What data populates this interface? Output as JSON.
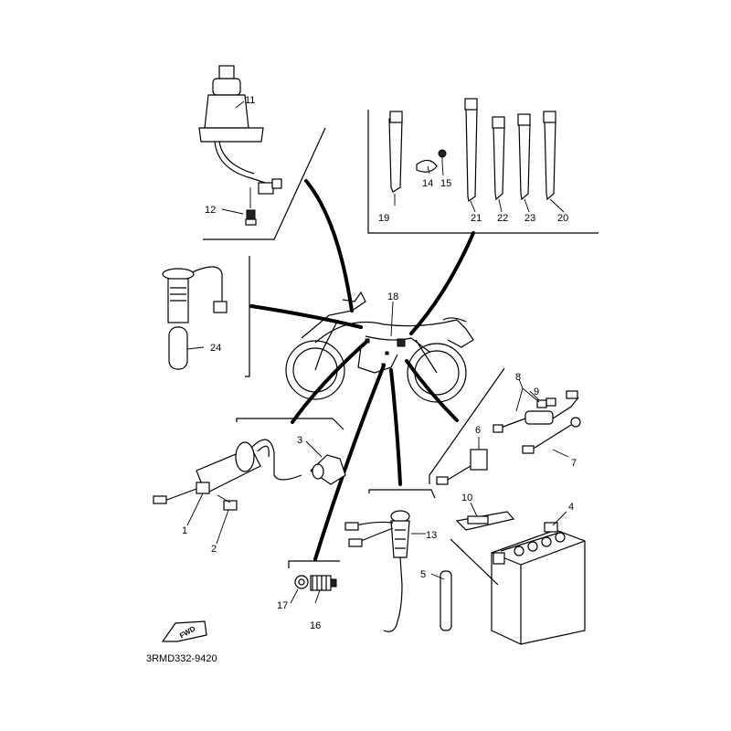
{
  "diagram": {
    "drawing_code": "3RMD332-9420",
    "fwd_label": "FWD",
    "callouts": [
      {
        "id": "c1",
        "label": "1"
      },
      {
        "id": "c2",
        "label": "2"
      },
      {
        "id": "c3",
        "label": "3"
      },
      {
        "id": "c4",
        "label": "4"
      },
      {
        "id": "c5",
        "label": "5"
      },
      {
        "id": "c6",
        "label": "6"
      },
      {
        "id": "c7",
        "label": "7"
      },
      {
        "id": "c8",
        "label": "8"
      },
      {
        "id": "c9",
        "label": "9"
      },
      {
        "id": "c10",
        "label": "10"
      },
      {
        "id": "c11",
        "label": "11"
      },
      {
        "id": "c12",
        "label": "12"
      },
      {
        "id": "c13",
        "label": "13"
      },
      {
        "id": "c14",
        "label": "14"
      },
      {
        "id": "c15",
        "label": "15"
      },
      {
        "id": "c16",
        "label": "16"
      },
      {
        "id": "c17",
        "label": "17"
      },
      {
        "id": "c18",
        "label": "18"
      },
      {
        "id": "c19",
        "label": "19"
      },
      {
        "id": "c20",
        "label": "20"
      },
      {
        "id": "c21",
        "label": "21"
      },
      {
        "id": "c22",
        "label": "22"
      },
      {
        "id": "c23",
        "label": "23"
      },
      {
        "id": "c24",
        "label": "24"
      }
    ]
  }
}
